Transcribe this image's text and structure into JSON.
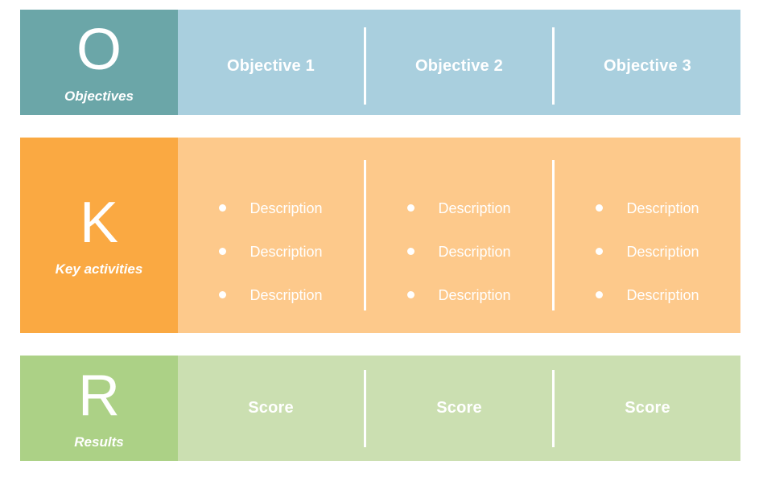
{
  "rows": {
    "objectives": {
      "letter": "O",
      "label": "Objectives",
      "colors": {
        "dark": "#6BA6A8",
        "light": "#A9CFDE"
      },
      "columns": [
        "Objective 1",
        "Objective 2",
        "Objective 3"
      ]
    },
    "key_activities": {
      "letter": "K",
      "label": "Key activities",
      "colors": {
        "dark": "#FAA942",
        "light": "#FDC98B"
      },
      "bullet_icon": "dot",
      "columns": [
        [
          "Description",
          "Description",
          "Description"
        ],
        [
          "Description",
          "Description",
          "Description"
        ],
        [
          "Description",
          "Description",
          "Description"
        ]
      ]
    },
    "results": {
      "letter": "R",
      "label": "Results",
      "colors": {
        "dark": "#ACD186",
        "light": "#CBDFB1"
      },
      "columns": [
        "Score",
        "Score",
        "Score"
      ]
    }
  }
}
